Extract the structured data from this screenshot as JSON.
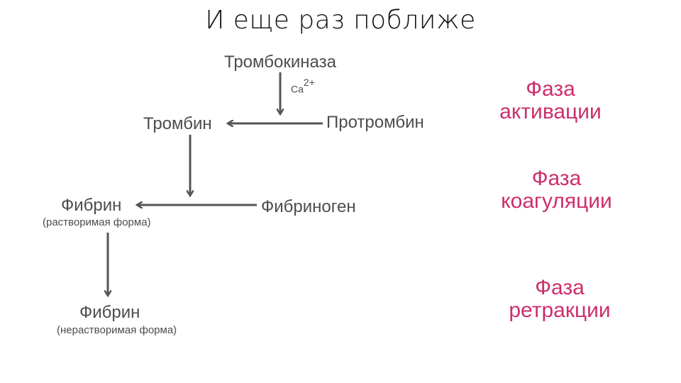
{
  "title": "И еще раз поближе",
  "diagram": {
    "thrombokinase": "Тромбокиназа",
    "calcium": "Ca",
    "calcium_charge": "2+",
    "thrombin": "Тромбин",
    "prothrombin": "Протромбин",
    "fibrin_soluble": "Фибрин",
    "fibrin_soluble_note": "(растворимая форма)",
    "fibrinogen": "Фибриноген",
    "fibrin_insoluble": "Фибрин",
    "fibrin_insoluble_note": "(нерастворимая форма)"
  },
  "phases": {
    "activation": {
      "line1": "Фаза",
      "line2": "активации"
    },
    "coagulation": {
      "line1": "Фаза",
      "line2": "коагуляции"
    },
    "retraction": {
      "line1": "Фаза",
      "line2": "ретракции"
    }
  },
  "colors": {
    "text": "#4d4d4d",
    "phase": "#cc2f6b",
    "arrow": "#4d4d4d"
  }
}
